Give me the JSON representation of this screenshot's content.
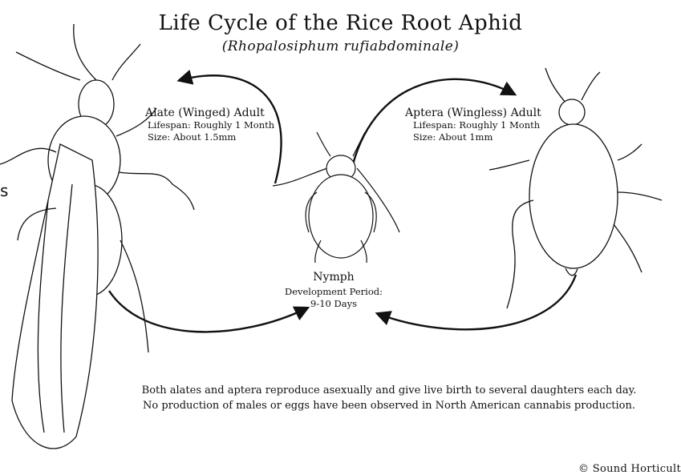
{
  "title": "Life Cycle of the Rice Root Aphid",
  "subtitle": "(Rhopalosiphum rufiabdominale)",
  "stages": {
    "alate": {
      "name": "Alate (Winged) Adult",
      "lifespan": "Lifespan: Roughly 1 Month",
      "size": "Size: About 1.5mm"
    },
    "aptera": {
      "name": "Aptera (Wingless) Adult",
      "lifespan": "Lifespan: Roughly 1 Month",
      "size": "Size: About 1mm"
    },
    "nymph": {
      "name": "Nymph",
      "period_label": "Development Period:",
      "period_value": "9-10 Days"
    }
  },
  "note_lines": [
    "Both alates and aptera reproduce asexually and give live birth to several daughters each day.",
    "No production of males or eggs have been observed in North American cannabis production."
  ],
  "credit": "© Sound Horticult",
  "edge_glyph": "s",
  "colors": {
    "ink": "#111111",
    "background": "#ffffff"
  }
}
